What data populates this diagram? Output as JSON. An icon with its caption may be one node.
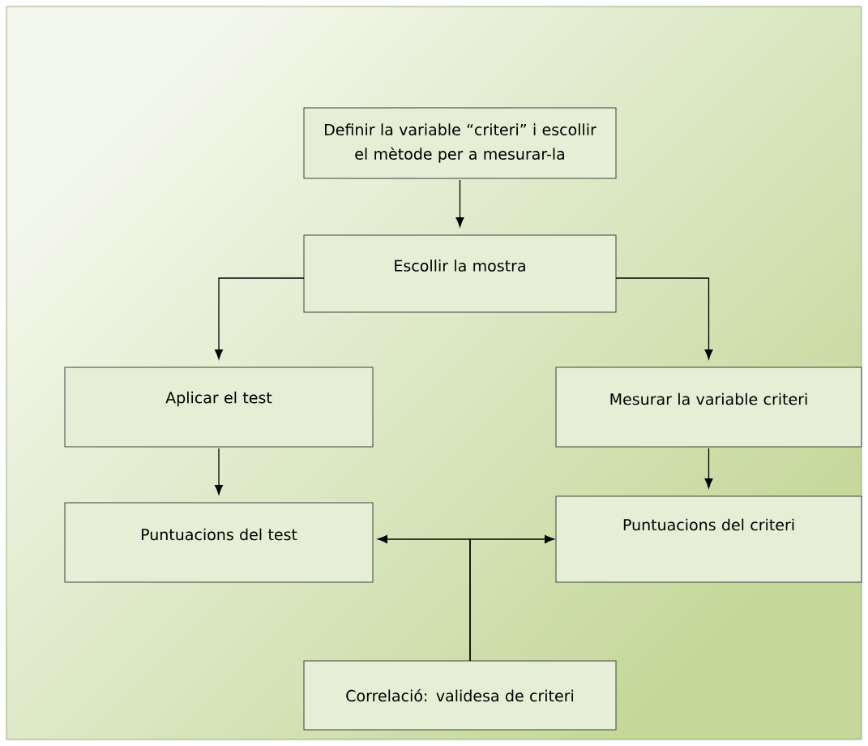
{
  "diagram": {
    "nodes": [
      {
        "text": [
          "Definir la variable “criteri” i escollir el mètode per a mesurar-la"
        ]
      },
      {
        "text": [
          "Escollir la mostra"
        ]
      },
      {
        "text": [
          "Aplicar el test"
        ]
      },
      {
        "text": [
          "Mesurar la variable criteri"
        ]
      },
      {
        "text": [
          "Puntuacions del test"
        ]
      },
      {
        "text": [
          "Puntuacions del criteri"
        ]
      },
      {
        "text": [
          "Correlació: validesa de criteri"
        ]
      }
    ],
    "edges": [
      {
        "from": 0,
        "to": 1,
        "arrow": "to"
      },
      {
        "from": 1,
        "to": 2,
        "arrow": "to"
      },
      {
        "from": 1,
        "to": 3,
        "arrow": "to"
      },
      {
        "from": 2,
        "to": 4,
        "arrow": "to"
      },
      {
        "from": 3,
        "to": 5,
        "arrow": "to"
      },
      {
        "from": 6,
        "to": 4,
        "arrow": "to"
      },
      {
        "from": 6,
        "to": 5,
        "arrow": "to"
      }
    ]
  }
}
